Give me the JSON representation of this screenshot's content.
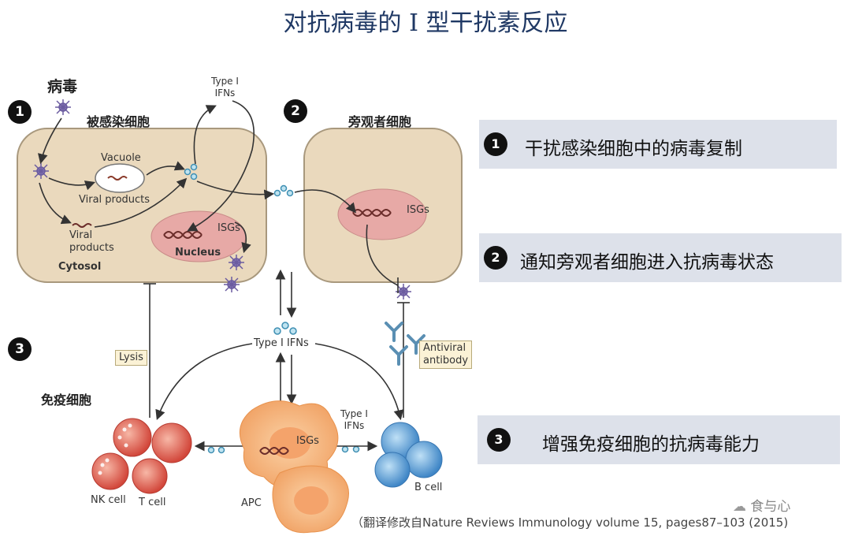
{
  "title": "对抗病毒的 I 型干扰素反应",
  "virus_label": "病毒",
  "markers": {
    "m1": "1",
    "m2": "2",
    "m3": "3"
  },
  "infected_cell": "被感染细胞",
  "bystander_cell": "旁观者细胞",
  "immune_cells": "免疫细胞",
  "vacuole": "Vacuole",
  "viral_products_1": "Viral products",
  "viral_products_2": [
    "Viral",
    "products"
  ],
  "nucleus": "Nucleus",
  "isgs": "ISGs",
  "cytosol": "Cytosol",
  "type1_ifns_top": [
    "Type I",
    "IFNs"
  ],
  "type1_ifns_center": "Type I IFNs",
  "type1_ifns_apc": [
    "Type I",
    "IFNs"
  ],
  "lysis": "Lysis",
  "antiviral_antibody": [
    "Antiviral",
    "antibody"
  ],
  "nk_cell": "NK cell",
  "t_cell": "T cell",
  "apc": "APC",
  "b_cell": "B cell",
  "panels": [
    {
      "num": "1",
      "text": "干扰感染细胞中的病毒复制"
    },
    {
      "num": "2",
      "text": "通知旁观者细胞进入抗病毒状态"
    },
    {
      "num": "3",
      "text": "增强免疫细胞的抗病毒能力"
    }
  ],
  "source": "（翻译修改自Nature Reviews Immunology volume 15, pages87–103 (2015)",
  "watermark": "食与心",
  "colors": {
    "title": "#1f3864",
    "cell_fill": "#ead9bd",
    "nucleus_fill": "#e7a9a6",
    "panel_bg": "#dde1ea",
    "ifn_blue": "#5aa7c9",
    "virus": "#8a7ab8"
  }
}
